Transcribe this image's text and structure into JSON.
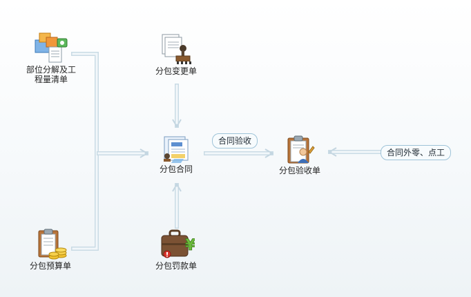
{
  "nodes": {
    "part_decomposition": {
      "label_line1": "部位分解及工",
      "label_line2": "程量清单",
      "icon": "boxes-list-icon"
    },
    "change_order": {
      "label": "分包变更单",
      "icon": "documents-stamp-icon"
    },
    "contract": {
      "label": "分包合同",
      "icon": "contract-stamp-icon"
    },
    "acceptance": {
      "label": "分包验收单",
      "icon": "clipboard-user-icon"
    },
    "budget": {
      "label": "分包预算单",
      "icon": "clipboard-coins-icon"
    },
    "penalty": {
      "label": "分包罚款单",
      "icon": "briefcase-yen-icon"
    }
  },
  "tags": {
    "contract_acceptance": "合同验收",
    "extra_work": "合同外零、点工"
  },
  "colors": {
    "wire": "#dfe9ef",
    "wire_border": "#b9cedb",
    "pill_border": "#9ec3d8"
  }
}
